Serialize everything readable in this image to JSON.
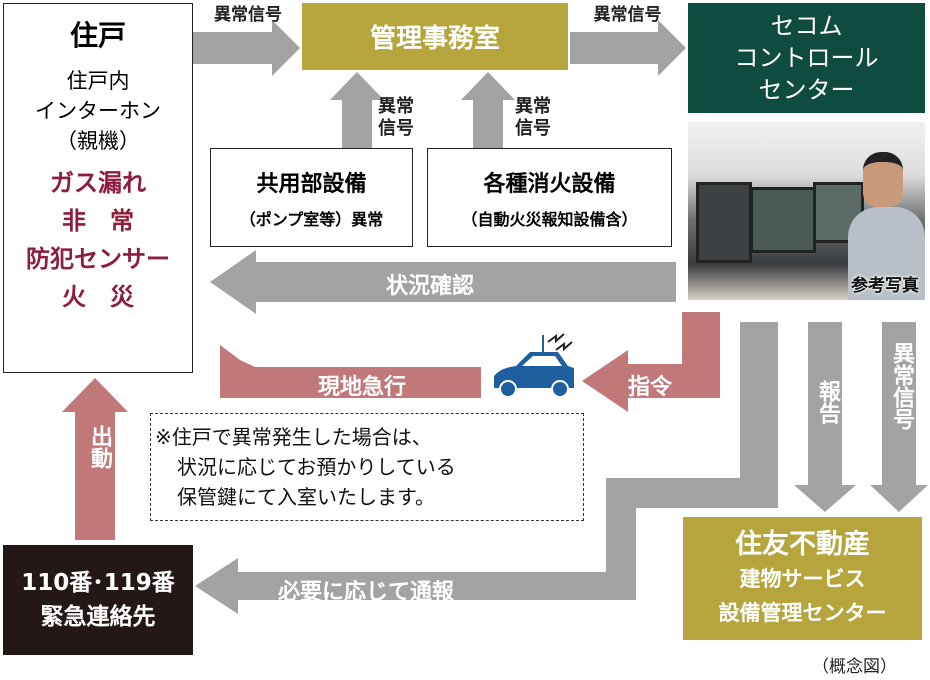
{
  "colors": {
    "gray": "#a3a3a3",
    "rose": "#c07878",
    "olive": "#b6a43c",
    "green": "#0f4b3e",
    "dark": "#231815",
    "alert": "#8d1d3c",
    "car": "#1f5fa0"
  },
  "residence": {
    "title": "住戸",
    "device": [
      "住戸内",
      "インターホン",
      "（親機）"
    ],
    "alerts": [
      "ガス漏れ",
      "非　常",
      "防犯センサー",
      "火　災"
    ]
  },
  "management_office": "管理事務室",
  "secom": {
    "lines": [
      "セコム",
      "コントロール",
      "センター"
    ],
    "photo_caption": "参考写真"
  },
  "equipment": [
    {
      "title": "共用部設備",
      "sub": "（ポンプ室等）異常"
    },
    {
      "title": "各種消火設備",
      "sub": "（自動火災報知設備含）"
    }
  ],
  "arrows": {
    "abnormal_signal": "異常信号",
    "abnormal_signal_stacked": [
      "異常",
      "信号"
    ],
    "status_check": "状況確認",
    "dispatch_order": "指令",
    "rush_to_site": "現地急行",
    "report": "報告",
    "notify": "必要に応じて通報",
    "dispatch": "出動"
  },
  "note": [
    "※住戸で異常発生した場合は、",
    "状況に応じてお預かりしている",
    "保管鍵にて入室いたします。"
  ],
  "emergency": [
    "110番･119番",
    "緊急連絡先"
  ],
  "sumitomo": [
    "住友不動産",
    "建物サービス",
    "設備管理センター"
  ],
  "caption": "（概念図）"
}
